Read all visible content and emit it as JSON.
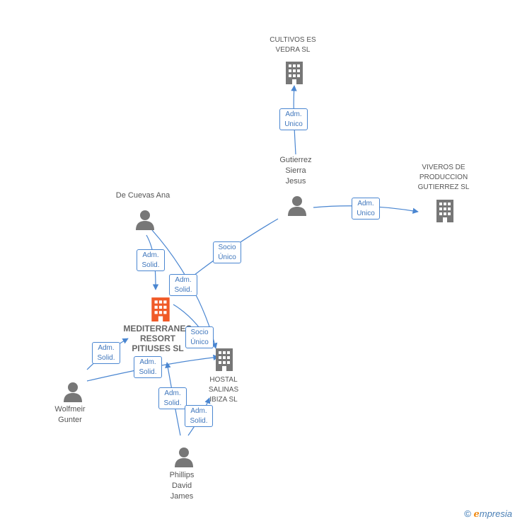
{
  "colors": {
    "edge": "#4a86d1",
    "node": "#777777",
    "focus": "#f05a28",
    "text": "#555555"
  },
  "nodes": {
    "cultivos": {
      "label_line1": "CULTIVOS ES",
      "label_line2": "VEDRA SL",
      "icon": "building-icon"
    },
    "viveros": {
      "label_line1": "VIVEROS DE",
      "label_line2": "PRODUCCION",
      "label_line3": "GUTIERREZ SL",
      "icon": "building-icon"
    },
    "gutierrez": {
      "label_line1": "Gutierrez",
      "label_line2": "Sierra",
      "label_line3": "Jesus",
      "icon": "person-icon"
    },
    "decuevas": {
      "label_line1": "De Cuevas Ana",
      "icon": "person-icon"
    },
    "mediterraneo": {
      "label_line1": "MEDITERRANEO",
      "label_line2": "RESORT",
      "label_line3": "PITIUSES SL",
      "icon": "building-icon"
    },
    "hostal": {
      "label_line1": "HOSTAL",
      "label_line2": "SALINAS",
      "label_line3": "IBIZA SL",
      "icon": "building-icon"
    },
    "wolfmeir": {
      "label_line1": "Wolfmeir",
      "label_line2": "Gunter",
      "icon": "person-icon"
    },
    "phillips": {
      "label_line1": "Phillips",
      "label_line2": "David",
      "label_line3": "James",
      "icon": "person-icon"
    }
  },
  "edges": {
    "gutierrez_cultivos": {
      "line1": "Adm.",
      "line2": "Unico"
    },
    "gutierrez_viveros": {
      "line1": "Adm.",
      "line2": "Unico"
    },
    "gutierrez_mediterraneo": {
      "line1": "Socio",
      "line2": "Único"
    },
    "decuevas_mediterraneo": {
      "line1": "Adm.",
      "line2": "Solid."
    },
    "decuevas_hostal": {
      "line1": "Adm.",
      "line2": "Solid."
    },
    "mediterraneo_hostal": {
      "line1": "Socio",
      "line2": "Único"
    },
    "wolfmeir_mediterraneo": {
      "line1": "Adm.",
      "line2": "Solid."
    },
    "wolfmeir_hostal": {
      "line1": "Adm.",
      "line2": "Solid."
    },
    "phillips_mediterraneo": {
      "line1": "Adm.",
      "line2": "Solid."
    },
    "phillips_hostal": {
      "line1": "Adm.",
      "line2": "Solid."
    }
  },
  "footer": {
    "copyright": "©",
    "brand_e": "e",
    "brand_rest": "mpresia"
  }
}
